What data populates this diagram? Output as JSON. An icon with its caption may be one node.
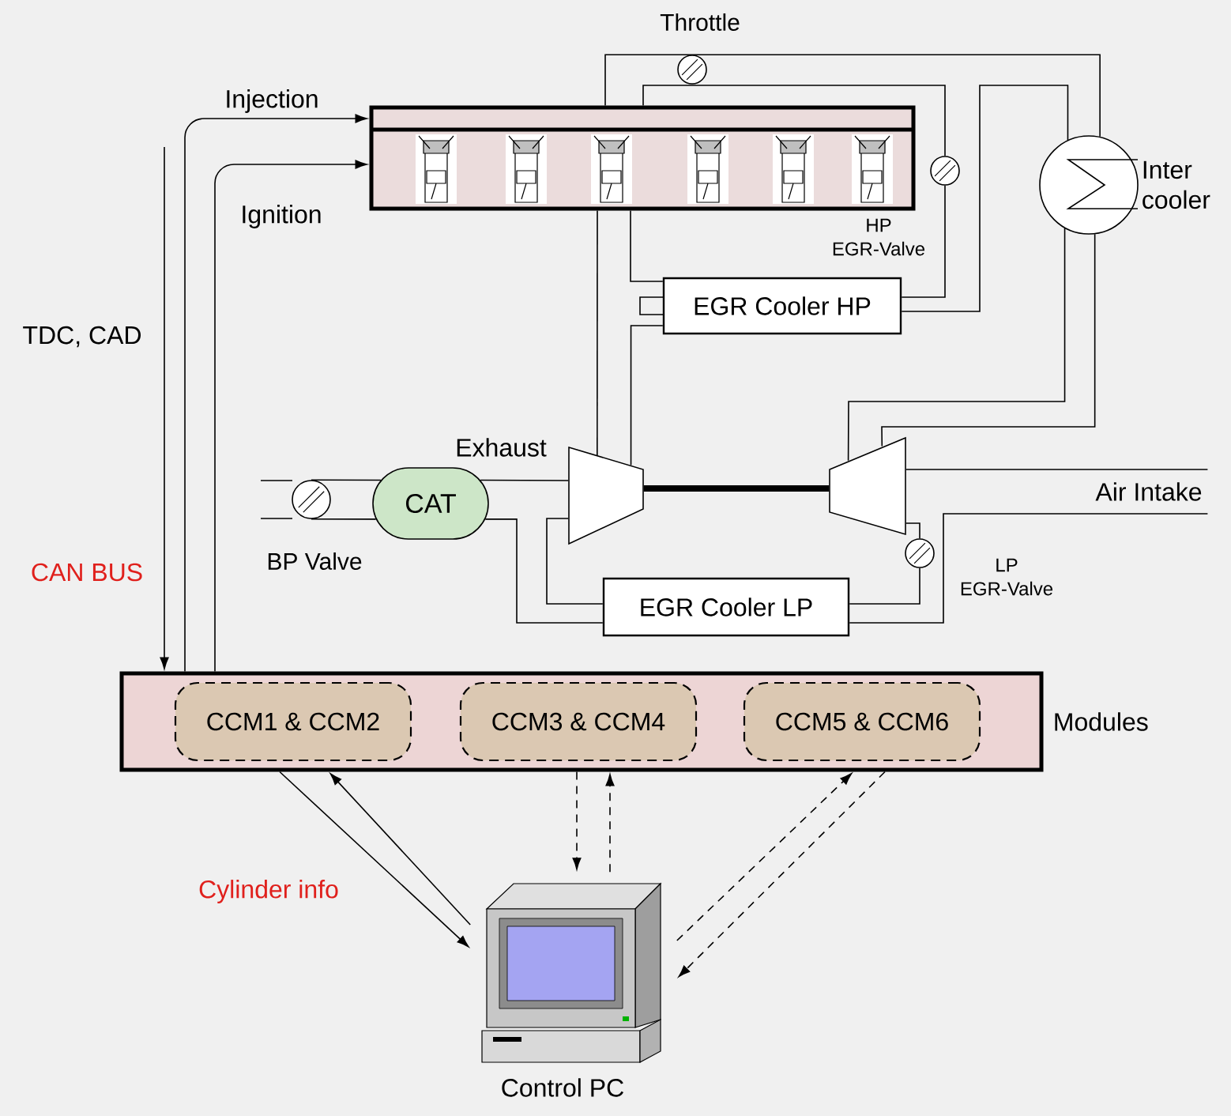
{
  "diagram": {
    "nodes": [
      {
        "text": [],
        "shape": "box"
      },
      {
        "text": [],
        "shape": "circle",
        "beside": [
          "Throttle"
        ]
      },
      {
        "text": [],
        "shape": "circle"
      },
      {
        "text": [
          "Inter cooler"
        ]
      },
      {
        "text": [
          "EGR Cooler HP"
        ]
      },
      {
        "text": [],
        "shape": "trapezoid",
        "beside": [
          "Exhaust"
        ]
      },
      {
        "text": [],
        "shape": "trapezoid"
      },
      {
        "text": [
          "CAT"
        ]
      },
      {
        "text": [],
        "shape": "circle"
      },
      {
        "text": [
          "EGR Cooler LP"
        ]
      },
      {
        "text": [],
        "shape": "circle",
        "beside": [
          "LP EGR-Valve"
        ]
      },
      {
        "text": [
          "Modules"
        ]
      },
      {
        "text": [
          "CCM1 & CCM2"
        ],
        "in": 11
      },
      {
        "text": [
          "CCM3 & CCM4"
        ],
        "in": 11
      },
      {
        "text": [
          "CCM5 & CCM6"
        ],
        "in": 11
      },
      {
        "text": [
          "Control PC"
        ]
      },
      {
        "text": [
          "Air Intake"
        ]
      }
    ],
    "edges": [
      {
        "from": 11,
        "to": 0,
        "arrow": "to",
        "label": "Injection"
      },
      {
        "from": 11,
        "to": 0,
        "arrow": "to",
        "label": "Ignition"
      },
      {
        "from": null,
        "to": 11,
        "arrow": "to",
        "label": "TDC, CAD"
      },
      {
        "from": 0,
        "to": 1,
        "arrow": "none"
      },
      {
        "from": 1,
        "to": 3,
        "arrow": "none"
      },
      {
        "from": 4,
        "to": 2,
        "arrow": "none"
      },
      {
        "from": 2,
        "to": 0,
        "arrow": "none"
      },
      {
        "from": 4,
        "to": 3,
        "arrow": "none"
      },
      {
        "from": 0,
        "to": 4,
        "arrow": "none"
      },
      {
        "from": 0,
        "to": 5,
        "arrow": "none"
      },
      {
        "from": 4,
        "to": 5,
        "arrow": "none"
      },
      {
        "from": 5,
        "to": 6,
        "arrow": "none",
        "style": "thick"
      },
      {
        "from": 3,
        "to": 6,
        "arrow": "none"
      },
      {
        "from": 3,
        "to": 6,
        "arrow": "none"
      },
      {
        "from": 7,
        "to": 5,
        "arrow": "none"
      },
      {
        "from": 7,
        "to": 9,
        "arrow": "none"
      },
      {
        "from": 8,
        "to": 7,
        "arrow": "none"
      },
      {
        "from": 8,
        "to": 7,
        "arrow": "none"
      },
      {
        "from": 5,
        "to": 9,
        "arrow": "none"
      },
      {
        "from": 9,
        "to": 10,
        "arrow": "none"
      },
      {
        "from": 10,
        "to": 6,
        "arrow": "none"
      },
      {
        "from": 9,
        "to": 16,
        "arrow": "none"
      },
      {
        "from": 6,
        "to": 16,
        "arrow": "none"
      },
      {
        "from": 11,
        "to": 15,
        "arrow": "to"
      },
      {
        "from": 15,
        "to": 11,
        "arrow": "to"
      },
      {
        "from": 11,
        "to": 15,
        "arrow": "to",
        "style": "dashed"
      },
      {
        "from": 15,
        "to": 11,
        "arrow": "to",
        "style": "dashed"
      },
      {
        "from": 15,
        "to": 11,
        "arrow": "to",
        "style": "dashed"
      },
      {
        "from": 11,
        "to": 15,
        "arrow": "to",
        "style": "dashed"
      }
    ],
    "labels": [
      "HP EGR-Valve",
      "BP Valve",
      "CAN BUS",
      "Cylinder info"
    ]
  }
}
